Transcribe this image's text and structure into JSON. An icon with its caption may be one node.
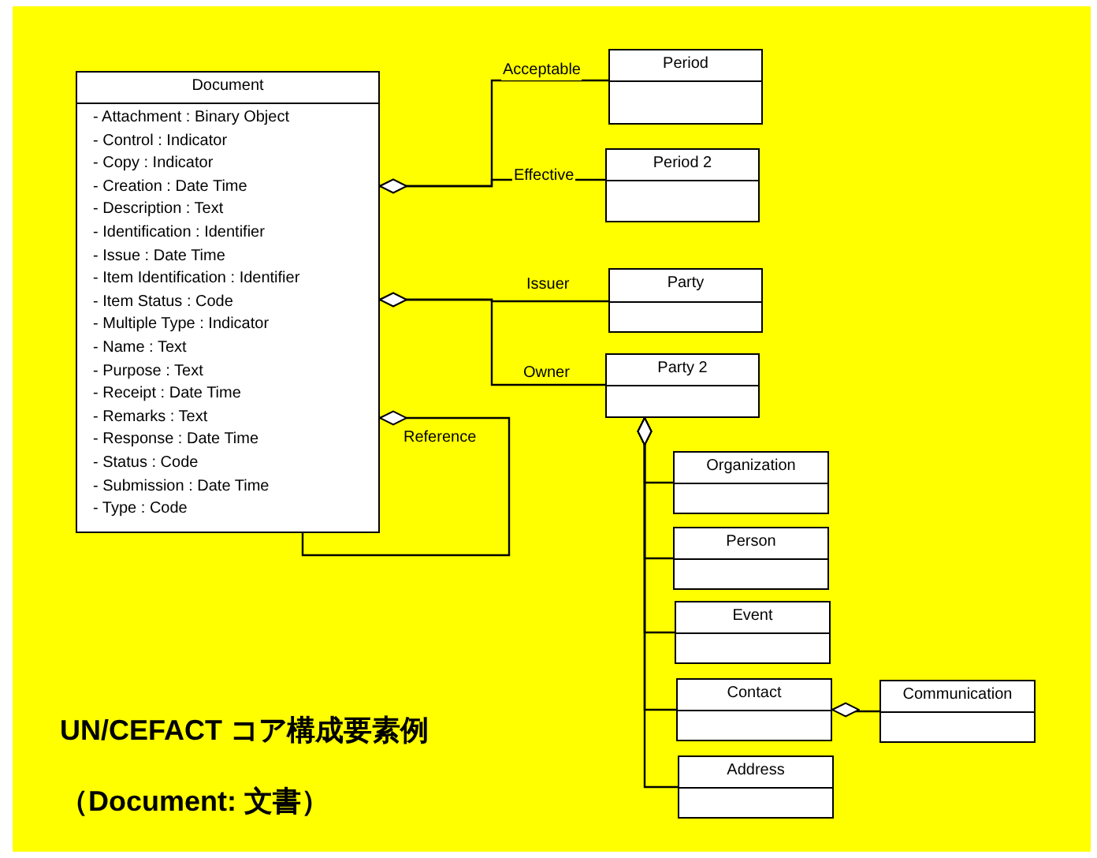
{
  "diagram": {
    "nodes": [
      {
        "text": [
          "Document",
          "- Attachment : Binary Object",
          "- Control : Indicator",
          "- Copy : Indicator",
          "- Creation : Date Time",
          "- Description : Text",
          "- Identification : Identifier",
          "- Issue : Date Time",
          "- Item Identification : Identifier",
          "- Item Status : Code",
          "- Multiple Type : Indicator",
          "- Name : Text",
          "- Purpose : Text",
          "- Receipt : Date Time",
          "- Remarks : Text",
          "- Response : Date Time",
          "- Status : Code",
          "- Submission : Date Time",
          "- Type : Code"
        ]
      },
      {
        "text": [
          "Period"
        ]
      },
      {
        "text": [
          "Period 2"
        ]
      },
      {
        "text": [
          "Party"
        ]
      },
      {
        "text": [
          "Party 2"
        ]
      },
      {
        "text": [
          "Organization"
        ]
      },
      {
        "text": [
          "Person"
        ]
      },
      {
        "text": [
          "Event"
        ]
      },
      {
        "text": [
          "Contact"
        ]
      },
      {
        "text": [
          "Communication"
        ]
      },
      {
        "text": [
          "Address"
        ]
      }
    ],
    "edges": [
      {
        "from": 0,
        "to": 1,
        "arrow": "other",
        "label": "Acceptable"
      },
      {
        "from": 0,
        "to": 2,
        "arrow": "other",
        "label": "Effective"
      },
      {
        "from": 0,
        "to": 3,
        "arrow": "other",
        "label": "Issuer"
      },
      {
        "from": 0,
        "to": 4,
        "arrow": "other",
        "label": "Owner"
      },
      {
        "from": 0,
        "to": 0,
        "arrow": "other",
        "label": "Reference"
      },
      {
        "from": 4,
        "to": 5,
        "arrow": "other"
      },
      {
        "from": 4,
        "to": 6,
        "arrow": "other"
      },
      {
        "from": 4,
        "to": 7,
        "arrow": "other"
      },
      {
        "from": 4,
        "to": 8,
        "arrow": "other"
      },
      {
        "from": 4,
        "to": 10,
        "arrow": "other"
      },
      {
        "from": 8,
        "to": 9,
        "arrow": "other"
      }
    ],
    "labels": [
      "UN/CEFACT コア構成要素例",
      "（Document: 文書）"
    ]
  }
}
